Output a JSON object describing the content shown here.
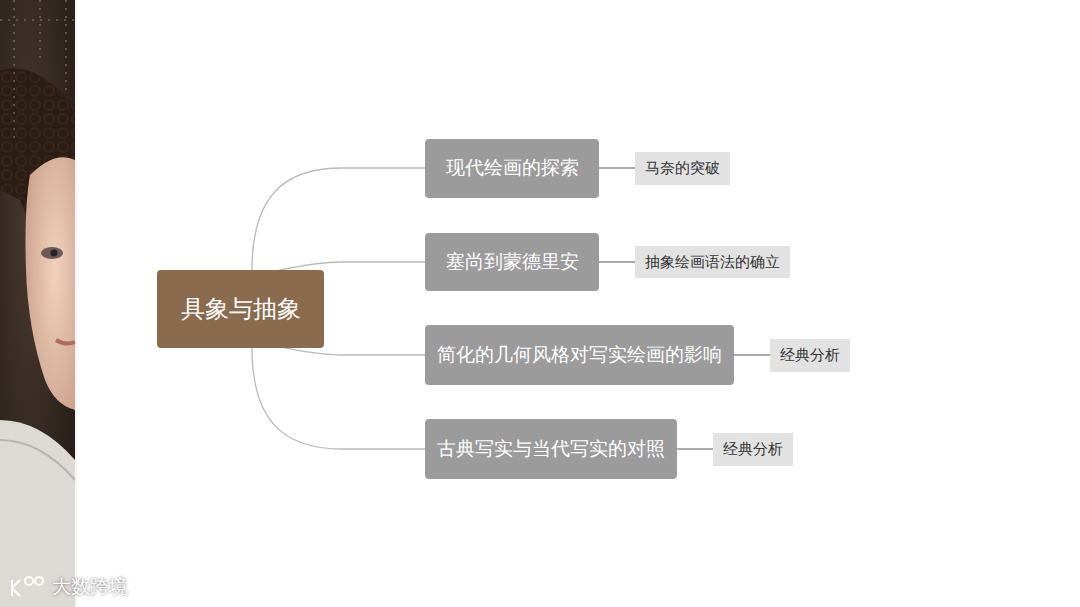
{
  "diagram": {
    "nodes": [
      {
        "text": [
          "具象与抽象"
        ]
      },
      {
        "text": [
          "现代绘画的探索"
        ]
      },
      {
        "text": [
          "马奈的突破"
        ]
      },
      {
        "text": [
          "塞尚到蒙德里安"
        ]
      },
      {
        "text": [
          "抽象绘画语法的确立"
        ]
      },
      {
        "text": [
          "简化的几何风格对写实绘画的影响"
        ]
      },
      {
        "text": [
          "经典分析"
        ]
      },
      {
        "text": [
          "古典写实与当代写实的对照"
        ]
      },
      {
        "text": [
          "经典分析"
        ]
      }
    ],
    "edges": [
      {
        "from": 0,
        "to": 1,
        "arrow": "none"
      },
      {
        "from": 0,
        "to": 3,
        "arrow": "none"
      },
      {
        "from": 0,
        "to": 5,
        "arrow": "none"
      },
      {
        "from": 0,
        "to": 7,
        "arrow": "none"
      },
      {
        "from": 1,
        "to": 2,
        "arrow": "none"
      },
      {
        "from": 3,
        "to": 4,
        "arrow": "none"
      },
      {
        "from": 5,
        "to": 6,
        "arrow": "none"
      },
      {
        "from": 7,
        "to": 8,
        "arrow": "none"
      }
    ],
    "labels": [
      "大数跨境"
    ]
  }
}
